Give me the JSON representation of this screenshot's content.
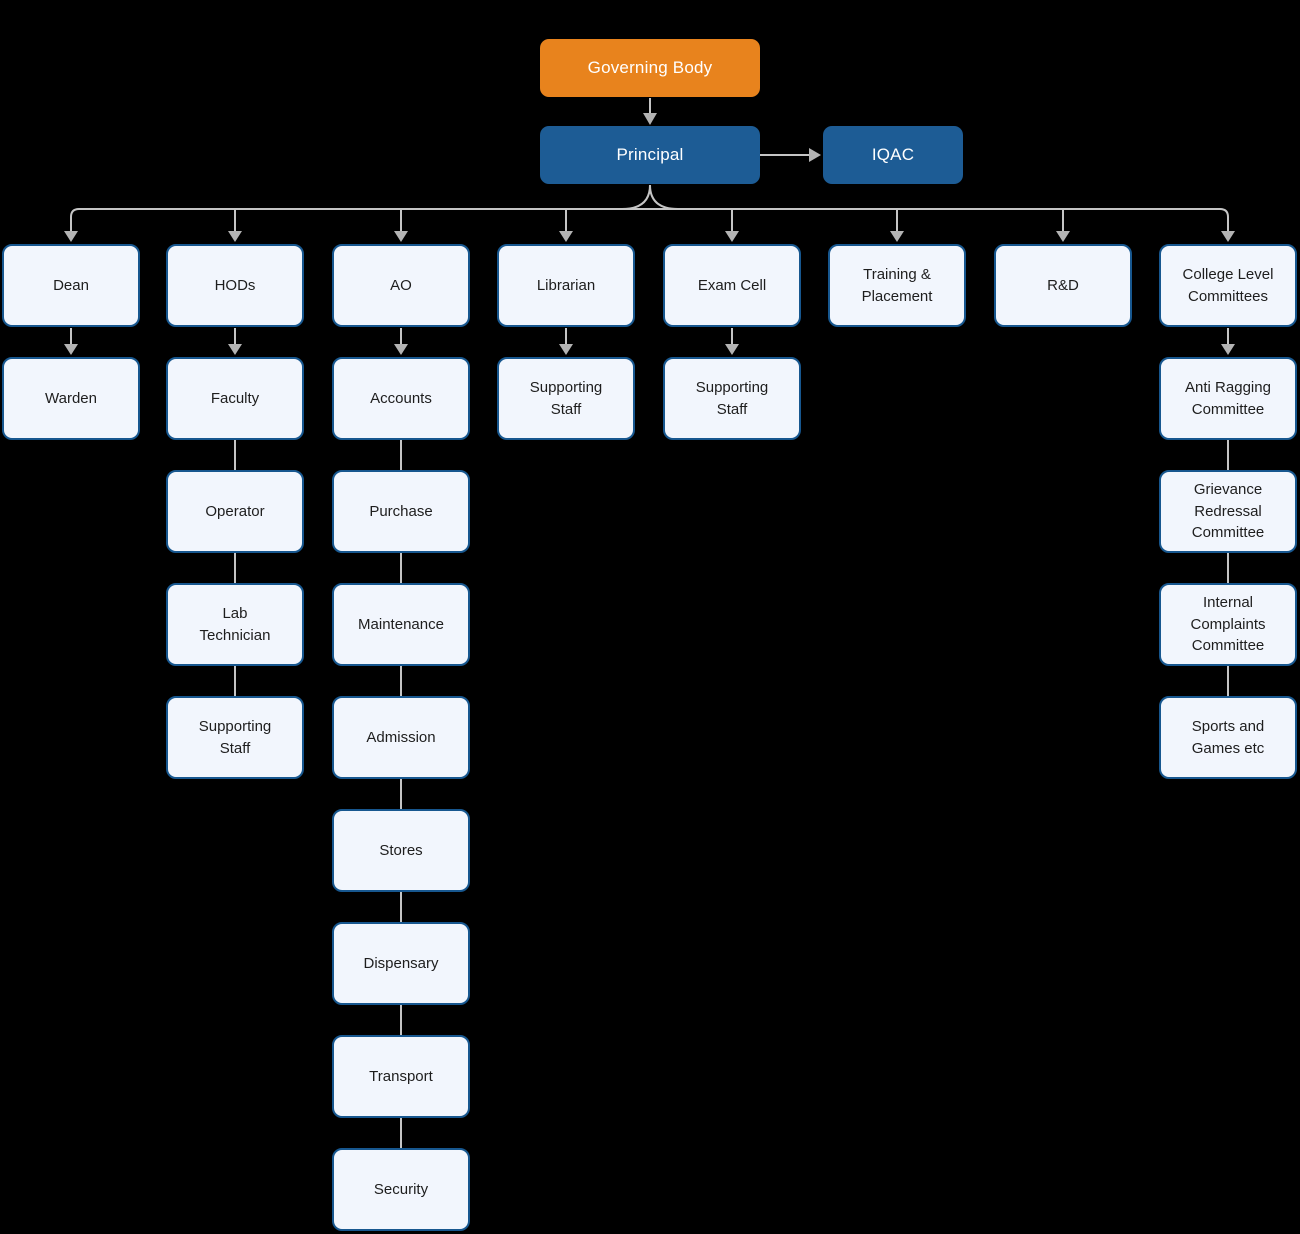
{
  "colors": {
    "background": "#000000",
    "accent_orange": "#E8831D",
    "accent_blue": "#1D5C95",
    "node_fill": "#F2F6FD",
    "node_border": "#17578F",
    "connector_line": "#C5C5C5",
    "arrowhead": "#B3B3B3",
    "text_light": "#FFFFFF",
    "text_dark": "#1E1E1E"
  },
  "nodes": [
    {
      "id": "governing-body",
      "label": "Governing Body"
    },
    {
      "id": "principal",
      "label": "Principal"
    },
    {
      "id": "iqac",
      "label": "IQAC"
    },
    {
      "id": "dean",
      "label": "Dean"
    },
    {
      "id": "hods",
      "label": "HODs"
    },
    {
      "id": "ao",
      "label": "AO"
    },
    {
      "id": "librarian",
      "label": "Librarian"
    },
    {
      "id": "exam-cell",
      "label": "Exam Cell"
    },
    {
      "id": "training-placement",
      "label": "Training &\nPlacement"
    },
    {
      "id": "rd",
      "label": "R&D"
    },
    {
      "id": "college-level-committees",
      "label": "College Level\nCommittees"
    },
    {
      "id": "warden",
      "label": "Warden"
    },
    {
      "id": "faculty",
      "label": "Faculty"
    },
    {
      "id": "operator",
      "label": "Operator"
    },
    {
      "id": "lab-technician",
      "label": "Lab\nTechnician"
    },
    {
      "id": "supporting-staff-hods",
      "label": "Supporting\nStaff"
    },
    {
      "id": "accounts",
      "label": "Accounts"
    },
    {
      "id": "purchase",
      "label": "Purchase"
    },
    {
      "id": "maintenance",
      "label": "Maintenance"
    },
    {
      "id": "admission",
      "label": "Admission"
    },
    {
      "id": "stores",
      "label": "Stores"
    },
    {
      "id": "dispensary",
      "label": "Dispensary"
    },
    {
      "id": "transport",
      "label": "Transport"
    },
    {
      "id": "security",
      "label": "Security"
    },
    {
      "id": "supporting-staff-librarian",
      "label": "Supporting\nStaff"
    },
    {
      "id": "supporting-staff-exam-cell",
      "label": "Supporting\nStaff"
    },
    {
      "id": "anti-ragging-committee",
      "label": "Anti Ragging\nCommittee"
    },
    {
      "id": "grievance-redressal-committee",
      "label": "Grievance\nRedressal\nCommittee"
    },
    {
      "id": "internal-complaints-committee",
      "label": "Internal\nComplaints\nCommittee"
    },
    {
      "id": "sports-and-games",
      "label": "Sports and\nGames etc"
    }
  ],
  "edges": [
    [
      "governing-body",
      "principal"
    ],
    [
      "principal",
      "iqac"
    ],
    [
      "principal",
      "dean"
    ],
    [
      "principal",
      "hods"
    ],
    [
      "principal",
      "ao"
    ],
    [
      "principal",
      "librarian"
    ],
    [
      "principal",
      "exam-cell"
    ],
    [
      "principal",
      "training-placement"
    ],
    [
      "principal",
      "rd"
    ],
    [
      "principal",
      "college-level-committees"
    ],
    [
      "dean",
      "warden"
    ],
    [
      "hods",
      "faculty"
    ],
    [
      "faculty",
      "operator"
    ],
    [
      "operator",
      "lab-technician"
    ],
    [
      "lab-technician",
      "supporting-staff-hods"
    ],
    [
      "ao",
      "accounts"
    ],
    [
      "accounts",
      "purchase"
    ],
    [
      "purchase",
      "maintenance"
    ],
    [
      "maintenance",
      "admission"
    ],
    [
      "admission",
      "stores"
    ],
    [
      "stores",
      "dispensary"
    ],
    [
      "dispensary",
      "transport"
    ],
    [
      "transport",
      "security"
    ],
    [
      "librarian",
      "supporting-staff-librarian"
    ],
    [
      "exam-cell",
      "supporting-staff-exam-cell"
    ],
    [
      "college-level-committees",
      "anti-ragging-committee"
    ],
    [
      "anti-ragging-committee",
      "grievance-redressal-committee"
    ],
    [
      "grievance-redressal-committee",
      "internal-complaints-committee"
    ],
    [
      "internal-complaints-committee",
      "sports-and-games"
    ]
  ]
}
